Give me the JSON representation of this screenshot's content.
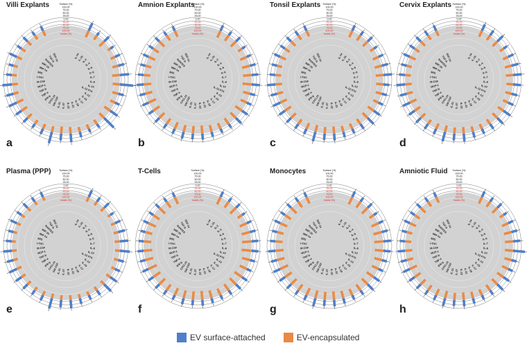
{
  "chart_data": [
    {
      "type": "radial-bar",
      "letter": "a",
      "title": "Villi Explants",
      "surface": [
        0.42,
        0.18,
        0.35,
        0.2,
        0.28,
        0.32,
        0.48,
        0.7,
        0.3,
        0.25,
        0.45,
        0.7,
        0.22,
        0.2,
        0.28,
        0.45,
        0.36,
        0.6,
        0.3,
        0.22,
        0.3,
        0.35,
        0.45,
        0.38,
        0.5,
        0.3,
        0.25,
        0.4,
        0.26,
        0.3,
        0.22,
        0.26
      ],
      "encapsulated": [
        0.3,
        0.22,
        0.28,
        0.12,
        0.2,
        0.25,
        0.32,
        0.3,
        0.25,
        0.22,
        0.3,
        0.28,
        0.22,
        0.2,
        0.22,
        0.28,
        0.3,
        0.25,
        0.22,
        0.2,
        0.24,
        0.28,
        0.3,
        0.22,
        0.25,
        0.2,
        0.18,
        0.24,
        0.2,
        0.22,
        0.2,
        0.24
      ]
    },
    {
      "type": "radial-bar",
      "letter": "b",
      "title": "Amnion Explants",
      "surface": [
        0.3,
        0.22,
        0.3,
        0.2,
        0.22,
        0.3,
        0.36,
        0.42,
        0.28,
        0.26,
        0.35,
        0.38,
        0.22,
        0.22,
        0.26,
        0.32,
        0.3,
        0.36,
        0.28,
        0.26,
        0.3,
        0.28,
        0.34,
        0.3,
        0.36,
        0.3,
        0.26,
        0.3,
        0.26,
        0.28,
        0.22,
        0.24
      ],
      "encapsulated": [
        0.32,
        0.28,
        0.3,
        0.2,
        0.3,
        0.34,
        0.36,
        0.38,
        0.3,
        0.28,
        0.34,
        0.32,
        0.3,
        0.26,
        0.3,
        0.34,
        0.32,
        0.3,
        0.3,
        0.28,
        0.3,
        0.32,
        0.34,
        0.3,
        0.32,
        0.28,
        0.26,
        0.3,
        0.28,
        0.3,
        0.26,
        0.28
      ]
    },
    {
      "type": "radial-bar",
      "letter": "c",
      "title": "Tonsil Explants",
      "surface": [
        0.3,
        0.24,
        0.32,
        0.2,
        0.26,
        0.34,
        0.45,
        0.32,
        0.28,
        0.26,
        0.38,
        0.42,
        0.3,
        0.26,
        0.28,
        0.36,
        0.34,
        0.5,
        0.3,
        0.28,
        0.32,
        0.36,
        0.4,
        0.34,
        0.42,
        0.3,
        0.28,
        0.34,
        0.28,
        0.3,
        0.26,
        0.28
      ],
      "encapsulated": [
        0.3,
        0.26,
        0.28,
        0.18,
        0.26,
        0.3,
        0.32,
        0.3,
        0.26,
        0.24,
        0.3,
        0.3,
        0.26,
        0.24,
        0.26,
        0.3,
        0.28,
        0.3,
        0.26,
        0.24,
        0.28,
        0.3,
        0.3,
        0.26,
        0.28,
        0.24,
        0.22,
        0.26,
        0.24,
        0.26,
        0.22,
        0.26
      ]
    },
    {
      "type": "radial-bar",
      "letter": "d",
      "title": "Cervix Explants",
      "surface": [
        0.36,
        0.3,
        0.4,
        0.22,
        0.3,
        0.38,
        0.45,
        0.4,
        0.32,
        0.3,
        0.42,
        0.4,
        0.3,
        0.28,
        0.3,
        0.4,
        0.36,
        0.5,
        0.3,
        0.3,
        0.34,
        0.36,
        0.4,
        0.36,
        0.45,
        0.32,
        0.3,
        0.36,
        0.3,
        0.32,
        0.28,
        0.3
      ],
      "encapsulated": [
        0.28,
        0.24,
        0.28,
        0.18,
        0.24,
        0.28,
        0.3,
        0.28,
        0.26,
        0.24,
        0.28,
        0.28,
        0.24,
        0.22,
        0.24,
        0.28,
        0.26,
        0.28,
        0.24,
        0.22,
        0.26,
        0.28,
        0.3,
        0.26,
        0.28,
        0.24,
        0.22,
        0.26,
        0.24,
        0.26,
        0.22,
        0.24
      ]
    },
    {
      "type": "radial-bar",
      "letter": "e",
      "title": "Plasma (PPP)",
      "surface": [
        0.38,
        0.26,
        0.34,
        0.2,
        0.3,
        0.36,
        0.42,
        0.52,
        0.3,
        0.28,
        0.4,
        0.5,
        0.28,
        0.26,
        0.3,
        0.42,
        0.38,
        0.55,
        0.3,
        0.26,
        0.32,
        0.36,
        0.42,
        0.36,
        0.45,
        0.32,
        0.28,
        0.36,
        0.28,
        0.3,
        0.26,
        0.28
      ],
      "encapsulated": [
        0.22,
        0.18,
        0.2,
        0.12,
        0.18,
        0.2,
        0.22,
        0.2,
        0.18,
        0.16,
        0.2,
        0.2,
        0.18,
        0.16,
        0.18,
        0.2,
        0.2,
        0.2,
        0.18,
        0.16,
        0.18,
        0.2,
        0.22,
        0.18,
        0.2,
        0.16,
        0.15,
        0.18,
        0.16,
        0.18,
        0.15,
        0.16
      ]
    },
    {
      "type": "radial-bar",
      "letter": "f",
      "title": "T-Cells",
      "surface": [
        0.3,
        0.22,
        0.28,
        0.18,
        0.24,
        0.3,
        0.35,
        0.36,
        0.26,
        0.24,
        0.32,
        0.34,
        0.24,
        0.22,
        0.26,
        0.3,
        0.28,
        0.32,
        0.26,
        0.24,
        0.28,
        0.3,
        0.34,
        0.28,
        0.32,
        0.26,
        0.24,
        0.28,
        0.24,
        0.26,
        0.22,
        0.24
      ],
      "encapsulated": [
        0.34,
        0.3,
        0.34,
        0.22,
        0.32,
        0.36,
        0.4,
        0.42,
        0.34,
        0.32,
        0.38,
        0.36,
        0.32,
        0.3,
        0.34,
        0.38,
        0.36,
        0.34,
        0.32,
        0.3,
        0.34,
        0.36,
        0.38,
        0.34,
        0.36,
        0.32,
        0.3,
        0.34,
        0.32,
        0.34,
        0.3,
        0.32
      ]
    },
    {
      "type": "radial-bar",
      "letter": "g",
      "title": "Monocytes",
      "surface": [
        0.32,
        0.24,
        0.3,
        0.2,
        0.26,
        0.32,
        0.4,
        0.38,
        0.28,
        0.26,
        0.36,
        0.4,
        0.26,
        0.24,
        0.28,
        0.34,
        0.32,
        0.42,
        0.28,
        0.26,
        0.3,
        0.34,
        0.38,
        0.32,
        0.38,
        0.28,
        0.26,
        0.32,
        0.26,
        0.28,
        0.24,
        0.26
      ],
      "encapsulated": [
        0.34,
        0.3,
        0.34,
        0.22,
        0.32,
        0.36,
        0.38,
        0.36,
        0.32,
        0.3,
        0.36,
        0.34,
        0.3,
        0.28,
        0.32,
        0.36,
        0.34,
        0.34,
        0.32,
        0.3,
        0.32,
        0.34,
        0.36,
        0.32,
        0.34,
        0.3,
        0.28,
        0.32,
        0.3,
        0.32,
        0.28,
        0.3
      ]
    },
    {
      "type": "radial-bar",
      "letter": "h",
      "title": "Amniotic Fluid",
      "surface": [
        0.32,
        0.24,
        0.3,
        0.2,
        0.28,
        0.32,
        0.38,
        0.62,
        0.28,
        0.26,
        0.36,
        0.4,
        0.26,
        0.24,
        0.28,
        0.34,
        0.32,
        0.4,
        0.28,
        0.26,
        0.3,
        0.34,
        0.38,
        0.32,
        0.38,
        0.28,
        0.26,
        0.32,
        0.26,
        0.28,
        0.24,
        0.26
      ],
      "encapsulated": [
        0.3,
        0.26,
        0.3,
        0.18,
        0.28,
        0.32,
        0.34,
        0.34,
        0.3,
        0.28,
        0.32,
        0.32,
        0.28,
        0.26,
        0.28,
        0.32,
        0.3,
        0.32,
        0.28,
        0.26,
        0.28,
        0.3,
        0.32,
        0.28,
        0.3,
        0.26,
        0.24,
        0.28,
        0.26,
        0.28,
        0.24,
        0.26
      ]
    }
  ],
  "cytokines": [
    "IL-1a",
    "IL-1b",
    "IL-2",
    "IL-4",
    "IL-5",
    "IL-6",
    "IL-7",
    "IL-8",
    "IL-10",
    "IL-12 P70",
    "IL-13",
    "IL-15",
    "IL-17",
    "IL-18",
    "IL-21",
    "IL-22",
    "IL-27",
    "IL-31",
    "GM-CSF",
    "CXCL10",
    "IFN-g",
    "TNF-a",
    "TNF-b",
    "MCP-1",
    "M-CSF",
    "I-TAC",
    "MIG",
    "MIP-1a",
    "MIP-1b",
    "RANTES",
    "TGF-b",
    "SDF-1a"
  ],
  "tick_axis": {
    "title": "Surface (%)",
    "surface_ticks": [
      "100.00",
      "75.00",
      "50.00",
      "25.00",
      "0.00"
    ],
    "inside_ticks": [
      "25.00",
      "50.00",
      "75.00",
      "100.00"
    ],
    "inside_title": "Inside (%)"
  },
  "legend": {
    "surface": "EV surface-attached",
    "encapsulated": "EV-encapsulated"
  },
  "colors": {
    "surface": "#4f7fc9",
    "encapsulated": "#ea8a45",
    "disk": "#d2d2d2",
    "ring": "#7a7a7a",
    "tick_red": "#d8322b"
  }
}
